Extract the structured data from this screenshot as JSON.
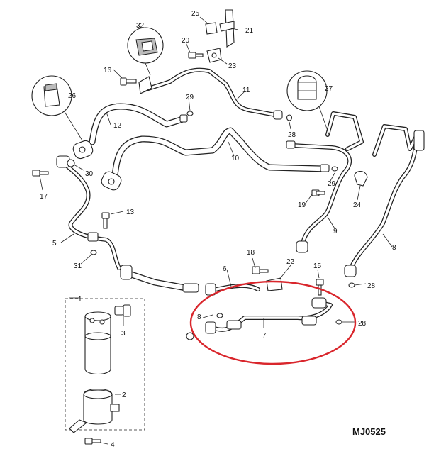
{
  "figure_code": "MJ0525",
  "callouts": [
    "1",
    "2",
    "3",
    "4",
    "5",
    "6",
    "7",
    "8",
    "9",
    "10",
    "11",
    "12",
    "13",
    "15",
    "16",
    "17",
    "18",
    "19",
    "20",
    "21",
    "22",
    "23",
    "24",
    "25",
    "26",
    "27",
    "28",
    "29",
    "30",
    "31",
    "32"
  ],
  "highlight": {
    "color": "#d9262c",
    "target": "7"
  },
  "colors": {
    "line": "#222222",
    "background": "#ffffff"
  }
}
